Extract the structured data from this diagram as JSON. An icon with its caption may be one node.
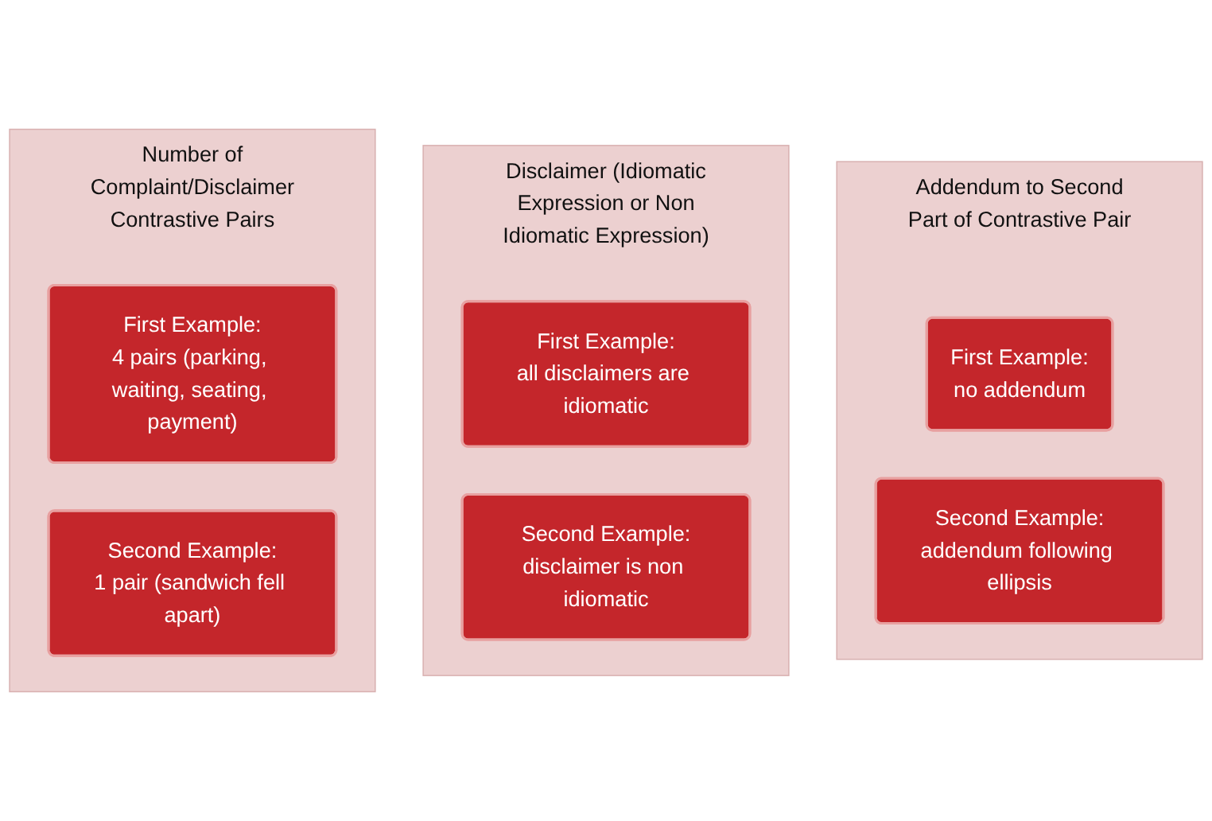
{
  "diagram": {
    "nodes": [
      {
        "text": [
          "Number of Complaint/Disclaimer Contrastive Pairs"
        ]
      },
      {
        "text": [
          "First Example:",
          "4 pairs (parking, waiting, seating, payment)"
        ],
        "in": 0
      },
      {
        "text": [
          "Second Example:",
          "1 pair (sandwich fell apart)"
        ],
        "in": 0
      },
      {
        "text": [
          "Disclaimer (Idiomatic Expression or Non Idiomatic Expression)"
        ]
      },
      {
        "text": [
          "First Example:",
          "all disclaimers are idiomatic"
        ],
        "in": 3
      },
      {
        "text": [
          "Second Example:",
          "disclaimer is non idiomatic"
        ],
        "in": 3
      },
      {
        "text": [
          "Addendum to Second Part of Contrastive Pair"
        ]
      },
      {
        "text": [
          "First Example:",
          "no addendum"
        ],
        "in": 6
      },
      {
        "text": [
          "Second Example:",
          "addendum following ellipsis"
        ],
        "in": 6
      }
    ],
    "edges": []
  }
}
